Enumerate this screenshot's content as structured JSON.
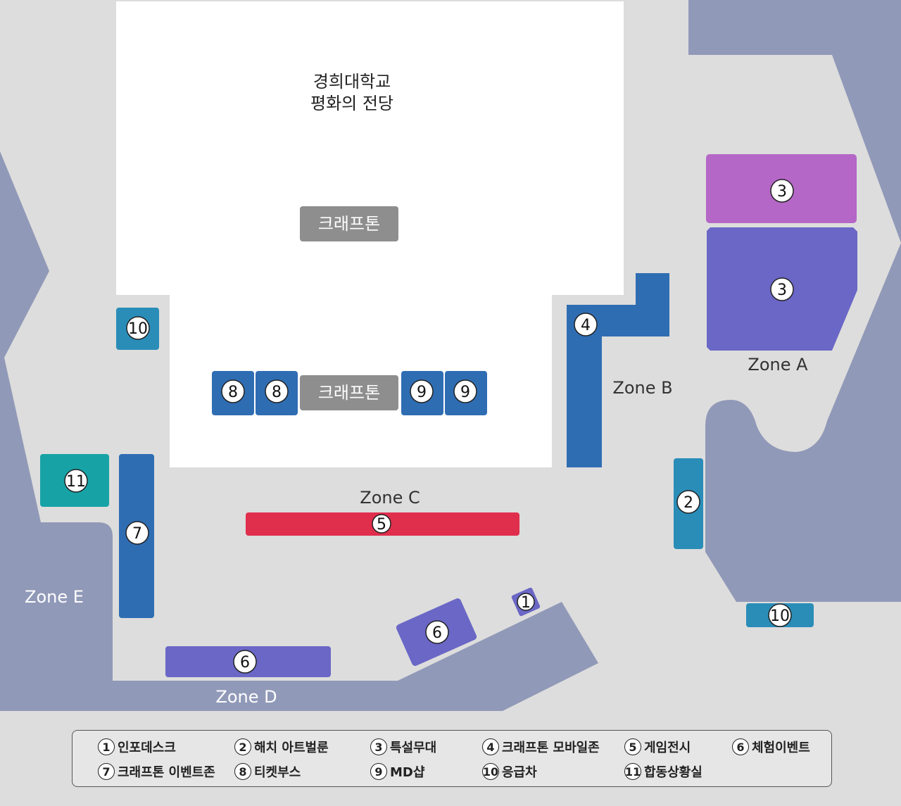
{
  "building": {
    "line1": "경희대학교",
    "line2": "평화의 전당"
  },
  "craftons": [
    "크래프톤",
    "크래프톤"
  ],
  "zones": {
    "a": "Zone A",
    "b": "Zone B",
    "c": "Zone C",
    "d": "Zone D",
    "e": "Zone E"
  },
  "markers": {
    "m1": "1",
    "m2": "2",
    "m3a": "3",
    "m3b": "3",
    "m4": "4",
    "m5": "5",
    "m6a": "6",
    "m6b": "6",
    "m7": "7",
    "m8a": "8",
    "m8b": "8",
    "m9a": "9",
    "m9b": "9",
    "m10a": "10",
    "m10b": "10",
    "m11": "11"
  },
  "legend": [
    {
      "num": "1",
      "label": "인포데스크"
    },
    {
      "num": "2",
      "label": "해치 아트벌룬"
    },
    {
      "num": "3",
      "label": "특설무대"
    },
    {
      "num": "4",
      "label": "크래프톤 모바일존"
    },
    {
      "num": "5",
      "label": "게임전시"
    },
    {
      "num": "6",
      "label": "체험이벤트"
    },
    {
      "num": "7",
      "label": "크래프톤 이벤트존"
    },
    {
      "num": "8",
      "label": "티켓부스"
    },
    {
      "num": "9",
      "label": "MD샵"
    },
    {
      "num": "10",
      "label": "응급차"
    },
    {
      "num": "11",
      "label": "합동상황실"
    }
  ],
  "colors": {
    "background": "#dddddd",
    "building": "#ffffff",
    "wall": "#9199b8",
    "blue_booth": "#2f6db3",
    "teal_booth": "#2a8db8",
    "purple_booth": "#6a67c6",
    "violet_stage": "#b467c6",
    "red_booth": "#e02e4d",
    "green_booth": "#17a3a6",
    "gray_sign": "#8e8e8e"
  }
}
